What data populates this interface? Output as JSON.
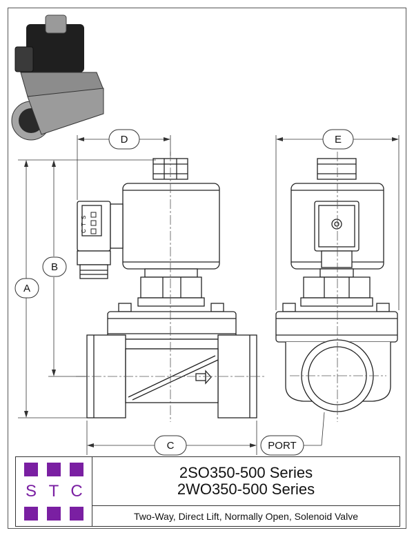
{
  "dimensions": {
    "a": "A",
    "b": "B",
    "c": "C",
    "d": "D",
    "e": "E",
    "port": "PORT"
  },
  "coil_marking": [
    "S",
    "T",
    "C"
  ],
  "logo": {
    "letters": [
      "S",
      "T",
      "C"
    ],
    "color": "#7a1fa2"
  },
  "title_block": {
    "series_line_1": "2SO350-500 Series",
    "series_line_2": "2WO350-500 Series",
    "description": "Two-Way, Direct Lift, Normally Open, Solenoid Valve"
  }
}
